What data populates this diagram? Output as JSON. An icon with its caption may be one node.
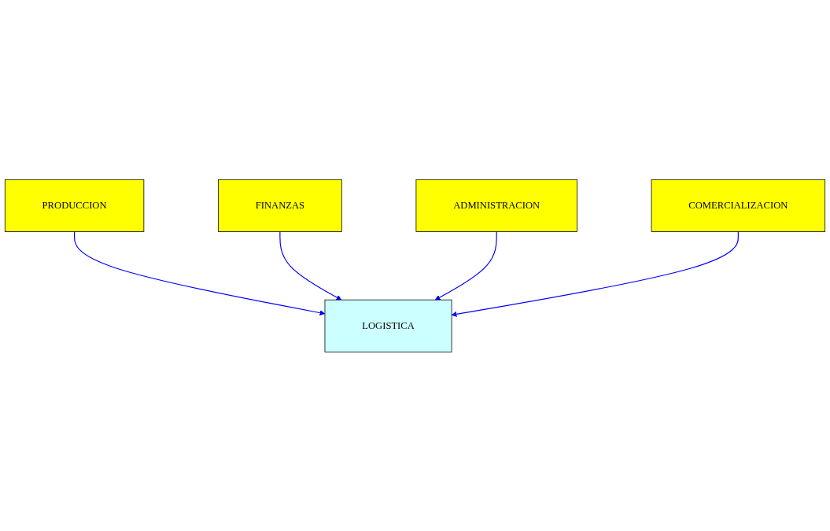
{
  "diagram": {
    "nodes": [
      {
        "text": [
          "PRODUCCION"
        ]
      },
      {
        "text": [
          "FINANZAS"
        ]
      },
      {
        "text": [
          "LOGISTICA"
        ]
      },
      {
        "text": [
          "ADMINISTRACION"
        ]
      },
      {
        "text": [
          "COMERCIALIZACION"
        ]
      }
    ],
    "edges": [
      {
        "from": 0,
        "to": 2,
        "arrow": "to"
      },
      {
        "from": 1,
        "to": 2,
        "arrow": "to"
      },
      {
        "from": 3,
        "to": 2,
        "arrow": "to"
      },
      {
        "from": 4,
        "to": 2,
        "arrow": "to"
      }
    ]
  }
}
